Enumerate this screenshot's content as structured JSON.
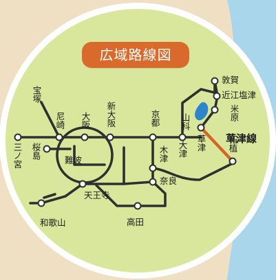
{
  "title": "広域路線図",
  "highlight_line_label": "草津線",
  "colors": {
    "title_bg": "#d96a2b",
    "map_bg": "#d8e79b",
    "rail": "#2f2f2f",
    "highlight_rail": "#d3652b",
    "lake": "#2c86c9"
  },
  "stations": {
    "tsuruga": "敦賀",
    "omi_shiotsu": "近江塩津",
    "maibara": "米原",
    "kusatsu": "草津",
    "tsuge": "柘植",
    "otsu": "大津",
    "yamashina": "山科",
    "kyoto": "京都",
    "kizu": "木津",
    "nara": "奈良",
    "shin_osaka": "新大阪",
    "osaka": "大阪",
    "amagasaki": "尼崎",
    "takarazuka": "宝塚",
    "sannomiya": "三ノ宮",
    "sakurajima": "桜島",
    "namba": "難波",
    "tennoji": "天王寺",
    "wakayama": "和歌山",
    "takada": "高田"
  }
}
